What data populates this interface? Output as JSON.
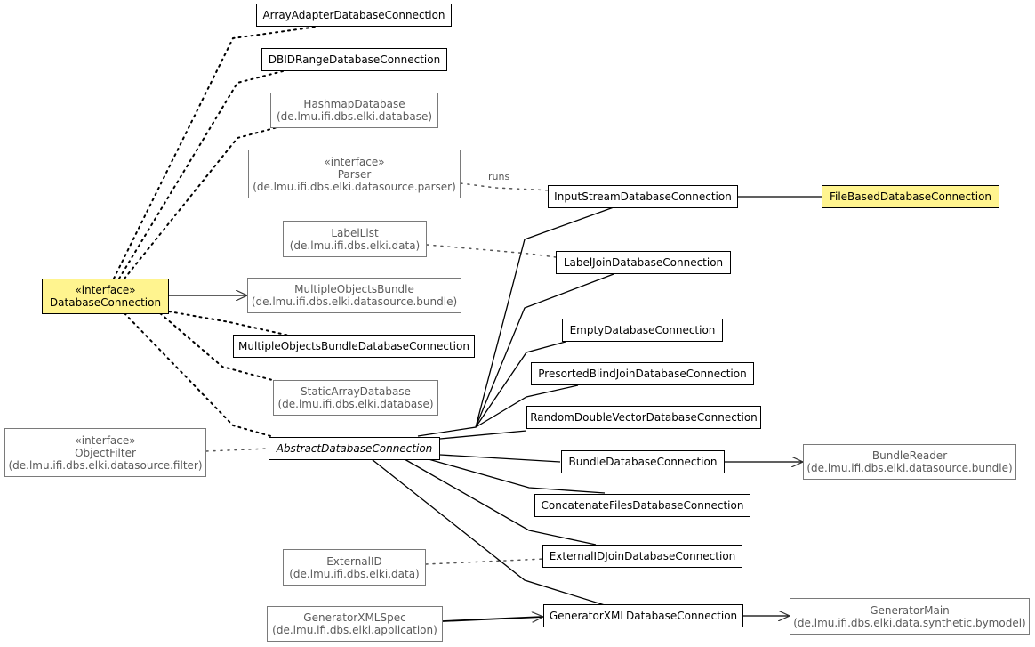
{
  "nodes": {
    "arrayadapter": {
      "lines": [
        "ArrayAdapterDatabaseConnection"
      ]
    },
    "dbidrange": {
      "lines": [
        "DBIDRangeDatabaseConnection"
      ]
    },
    "hashmap": {
      "lines": [
        "HashmapDatabase",
        "(de.lmu.ifi.dbs.elki.database)"
      ]
    },
    "parser": {
      "lines": [
        "«interface»",
        "Parser",
        "(de.lmu.ifi.dbs.elki.datasource.parser)"
      ]
    },
    "labellist": {
      "lines": [
        "LabelList",
        "(de.lmu.ifi.dbs.elki.data)"
      ]
    },
    "dbconn": {
      "lines": [
        "«interface»",
        "DatabaseConnection"
      ]
    },
    "mobundle": {
      "lines": [
        "MultipleObjectsBundle",
        "(de.lmu.ifi.dbs.elki.datasource.bundle)"
      ]
    },
    "mobdbconn": {
      "lines": [
        "MultipleObjectsBundleDatabaseConnection"
      ]
    },
    "staticarray": {
      "lines": [
        "StaticArrayDatabase",
        "(de.lmu.ifi.dbs.elki.database)"
      ]
    },
    "objfilter": {
      "lines": [
        "«interface»",
        "ObjectFilter",
        "(de.lmu.ifi.dbs.elki.datasource.filter)"
      ]
    },
    "abstract": {
      "lines": [
        "AbstractDatabaseConnection"
      ]
    },
    "externalid": {
      "lines": [
        "ExternalID",
        "(de.lmu.ifi.dbs.elki.data)"
      ]
    },
    "genxmlspec": {
      "lines": [
        "GeneratorXMLSpec",
        "(de.lmu.ifi.dbs.elki.application)"
      ]
    },
    "inputstream": {
      "lines": [
        "InputStreamDatabaseConnection"
      ]
    },
    "filebased": {
      "lines": [
        "FileBasedDatabaseConnection"
      ]
    },
    "labeljoin": {
      "lines": [
        "LabelJoinDatabaseConnection"
      ]
    },
    "empty": {
      "lines": [
        "EmptyDatabaseConnection"
      ]
    },
    "presorted": {
      "lines": [
        "PresortedBlindJoinDatabaseConnection"
      ]
    },
    "randomdouble": {
      "lines": [
        "RandomDoubleVectorDatabaseConnection"
      ]
    },
    "bundledb": {
      "lines": [
        "BundleDatabaseConnection"
      ]
    },
    "bundlereader": {
      "lines": [
        "BundleReader",
        "(de.lmu.ifi.dbs.elki.datasource.bundle)"
      ]
    },
    "concatenate": {
      "lines": [
        "ConcatenateFilesDatabaseConnection"
      ]
    },
    "externalidjoin": {
      "lines": [
        "ExternalIDJoinDatabaseConnection"
      ]
    },
    "genxmldb": {
      "lines": [
        "GeneratorXMLDatabaseConnection"
      ]
    },
    "genmain": {
      "lines": [
        "GeneratorMain",
        "(de.lmu.ifi.dbs.elki.data.synthetic.bymodel)"
      ]
    }
  },
  "edge_labels": {
    "runs": "runs"
  },
  "colors": {
    "highlight": "#fff48f",
    "external_text": "#5a5a5a",
    "external_border": "#7a7a7a"
  }
}
